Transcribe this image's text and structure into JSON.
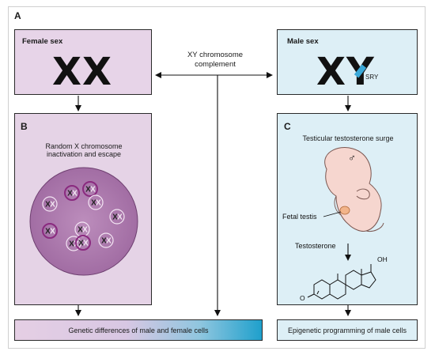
{
  "panels": {
    "a_letter": "A",
    "b_letter": "B",
    "c_letter": "C"
  },
  "female": {
    "label": "Female sex",
    "karyotype": "XX",
    "inactivation_text_line1": "Random X chromosome",
    "inactivation_text_line2": "inactivation and escape",
    "nucleus_chromosomes": [
      {
        "pair": "XX",
        "marked": false
      },
      {
        "pair": "XX",
        "marked": true
      },
      {
        "pair": "XX",
        "marked": true
      },
      {
        "pair": "XX",
        "marked": false
      },
      {
        "pair": "XX",
        "marked": false
      },
      {
        "pair": "XX",
        "marked": true
      },
      {
        "pair": "XX",
        "marked": false
      },
      {
        "pair": "XX",
        "marked": false
      },
      {
        "pair": "XX",
        "marked": true
      },
      {
        "pair": "XX",
        "marked": false
      }
    ]
  },
  "male": {
    "label": "Male sex",
    "karyotype": "XY",
    "sry_label": "SRY",
    "surge_text": "Testicular testosterone surge",
    "male_symbol": "♂",
    "fetal_testis_label": "Fetal testis",
    "testosterone_label": "Testosterone",
    "oh_label": "OH",
    "o_label": "O"
  },
  "center": {
    "complement_line1": "XY chromosome",
    "complement_line2": "complement"
  },
  "bottom": {
    "genetic_label": "Genetic differences of male and female cells",
    "epigenetic_label": "Epigenetic programming of male cells"
  },
  "colors": {
    "female_fill": "#e7d4e8",
    "female_box_b": "#e5d3e6",
    "male_fill": "#ddeff6",
    "nucleus": "#b27fb2",
    "nucleus_dark": "#98609a",
    "marked_ring": "#8a2a7f",
    "sry_blue": "#3aa8d8",
    "gradient_start": "#e5cfe4",
    "gradient_end": "#1fa0cc",
    "fetus_skin": "#f6d6cf"
  }
}
